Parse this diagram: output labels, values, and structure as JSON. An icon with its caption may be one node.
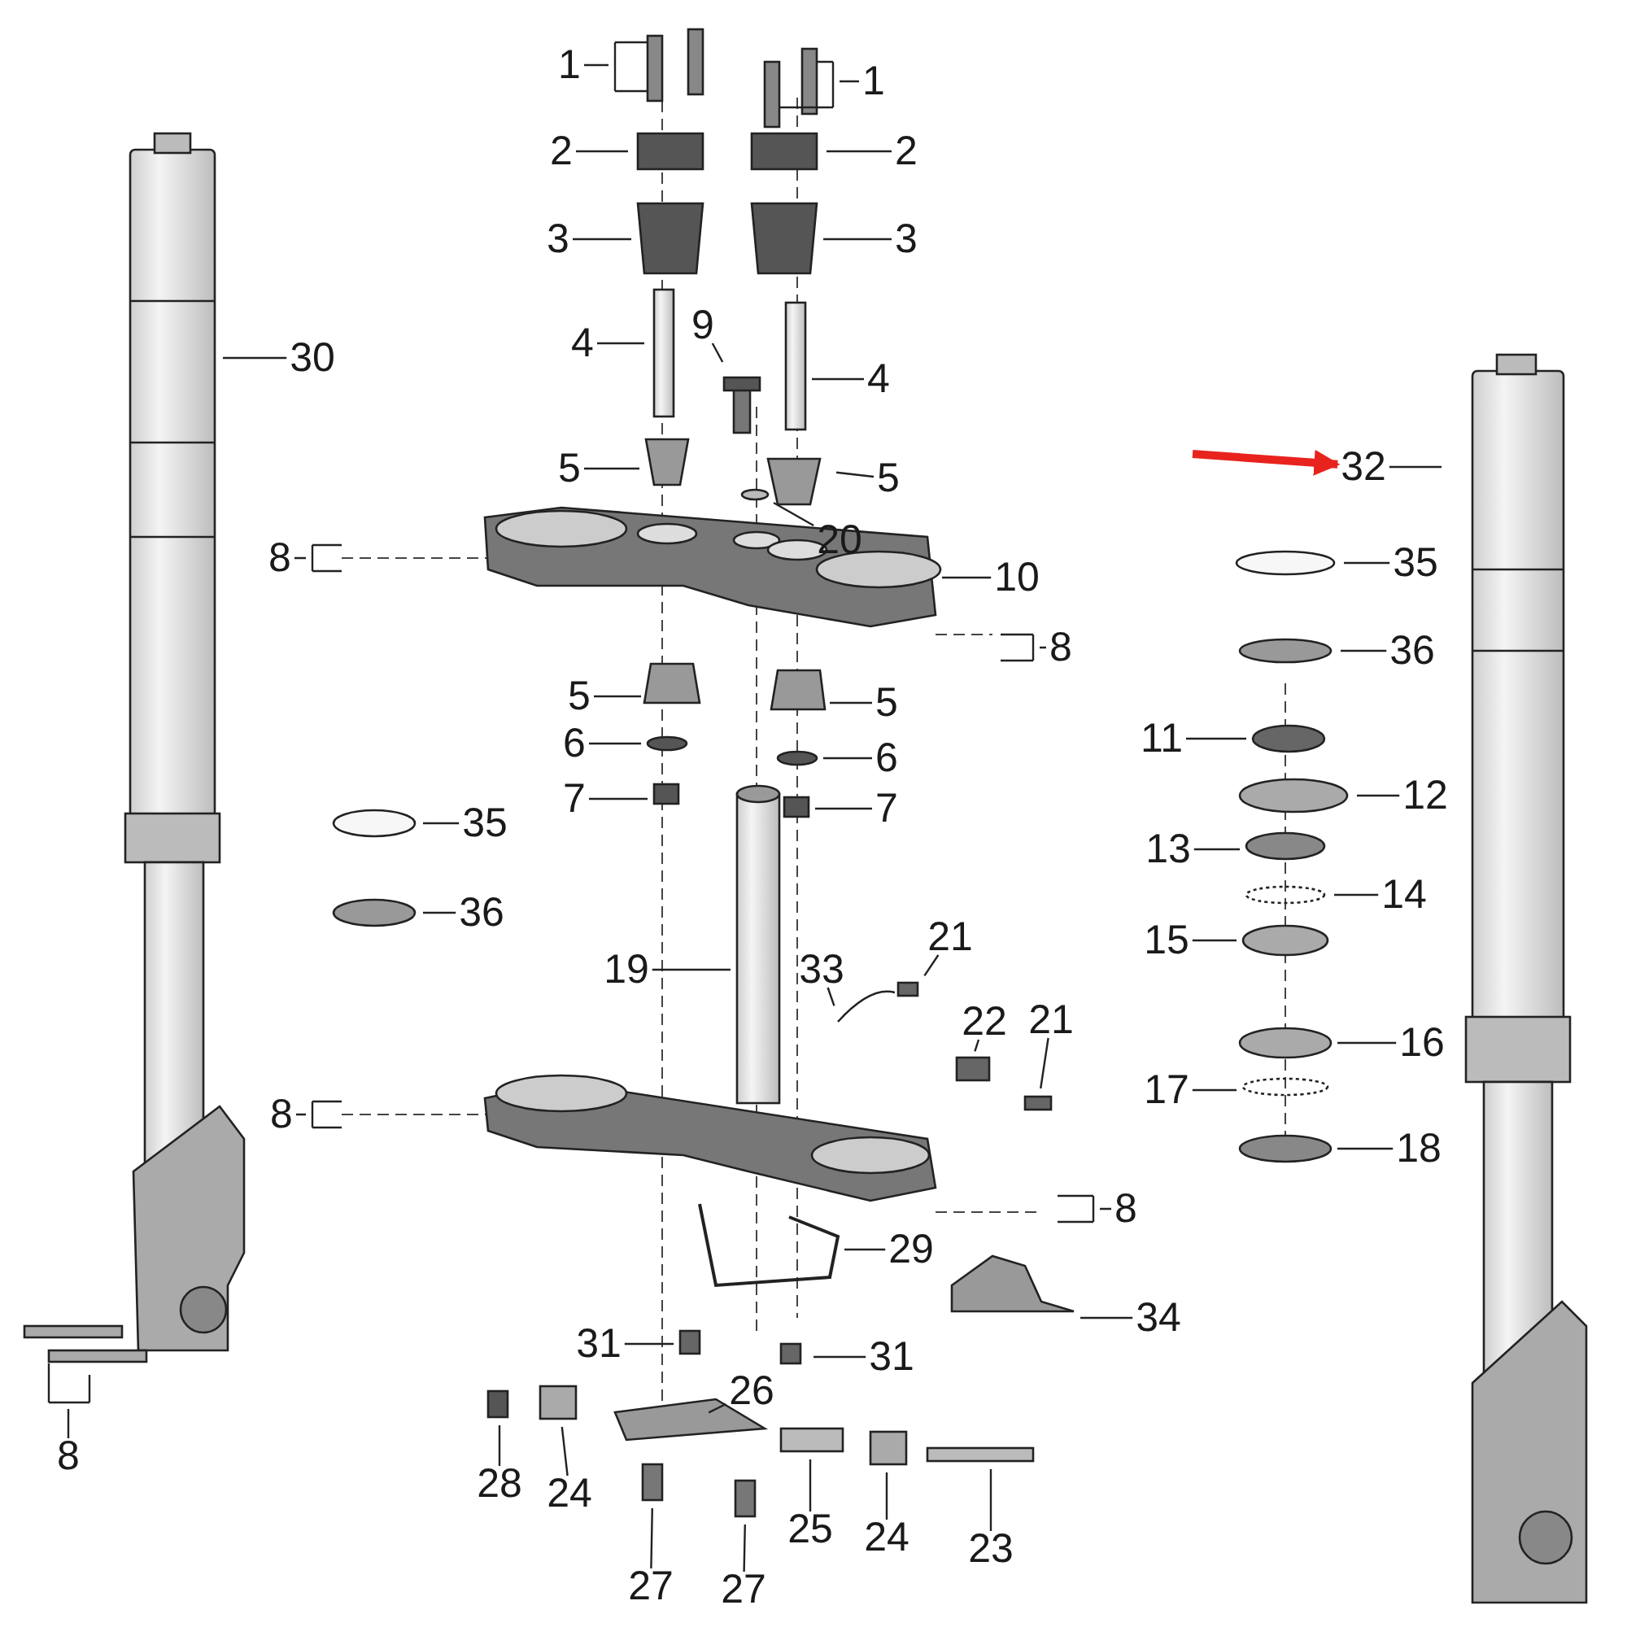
{
  "diagram": {
    "nodes": [
      {
        "text": [
          "1"
        ]
      },
      {
        "text": [
          "1"
        ]
      },
      {
        "text": [
          "2"
        ]
      },
      {
        "text": [
          "2"
        ]
      },
      {
        "text": [
          "3"
        ]
      },
      {
        "text": [
          "3"
        ]
      },
      {
        "text": [
          "4"
        ]
      },
      {
        "text": [
          "9"
        ]
      },
      {
        "text": [
          "4"
        ]
      },
      {
        "text": [
          "30"
        ]
      },
      {
        "text": [
          "32"
        ]
      },
      {
        "text": [
          "5"
        ]
      },
      {
        "text": [
          "5"
        ]
      },
      {
        "text": [
          "20"
        ]
      },
      {
        "text": [
          "35"
        ]
      },
      {
        "text": [
          "8"
        ]
      },
      {
        "text": [
          "10"
        ]
      },
      {
        "text": [
          "8"
        ]
      },
      {
        "text": [
          "36"
        ]
      },
      {
        "text": [
          "5"
        ]
      },
      {
        "text": [
          "5"
        ]
      },
      {
        "text": [
          "6"
        ]
      },
      {
        "text": [
          "6"
        ]
      },
      {
        "text": [
          "11"
        ]
      },
      {
        "text": [
          "12"
        ]
      },
      {
        "text": [
          "7"
        ]
      },
      {
        "text": [
          "7"
        ]
      },
      {
        "text": [
          "35"
        ]
      },
      {
        "text": [
          "13"
        ]
      },
      {
        "text": [
          "14"
        ]
      },
      {
        "text": [
          "36"
        ]
      },
      {
        "text": [
          "15"
        ]
      },
      {
        "text": [
          "21"
        ]
      },
      {
        "text": [
          "33"
        ]
      },
      {
        "text": [
          "19"
        ]
      },
      {
        "text": [
          "22"
        ]
      },
      {
        "text": [
          "21"
        ]
      },
      {
        "text": [
          "16"
        ]
      },
      {
        "text": [
          "17"
        ]
      },
      {
        "text": [
          "8"
        ]
      },
      {
        "text": [
          "18"
        ]
      },
      {
        "text": [
          "8"
        ]
      },
      {
        "text": [
          "29"
        ]
      },
      {
        "text": [
          "34"
        ]
      },
      {
        "text": [
          "31"
        ]
      },
      {
        "text": [
          "31"
        ]
      },
      {
        "text": [
          "26"
        ]
      },
      {
        "text": [
          "8"
        ]
      },
      {
        "text": [
          "28"
        ]
      },
      {
        "text": [
          "24"
        ]
      },
      {
        "text": [
          "24"
        ]
      },
      {
        "text": [
          "25"
        ]
      },
      {
        "text": [
          "23"
        ]
      },
      {
        "text": [
          "27"
        ]
      },
      {
        "text": [
          "27"
        ]
      }
    ],
    "edges": [
      {
        "from": 0,
        "to": null,
        "arrow": "none"
      },
      {
        "from": 1,
        "to": null,
        "arrow": "none"
      },
      {
        "from": 2,
        "to": null,
        "arrow": "none"
      },
      {
        "from": 3,
        "to": null,
        "arrow": "none"
      },
      {
        "from": 4,
        "to": null,
        "arrow": "none"
      },
      {
        "from": 5,
        "to": null,
        "arrow": "none"
      },
      {
        "from": 6,
        "to": null,
        "arrow": "none"
      },
      {
        "from": 7,
        "to": null,
        "arrow": "none"
      },
      {
        "from": 8,
        "to": null,
        "arrow": "none"
      },
      {
        "from": 9,
        "to": null,
        "arrow": "none"
      },
      {
        "from": 10,
        "to": null,
        "arrow": "none"
      },
      {
        "from": 11,
        "to": null,
        "arrow": "none"
      },
      {
        "from": 12,
        "to": null,
        "arrow": "none"
      },
      {
        "from": 13,
        "to": null,
        "arrow": "none"
      },
      {
        "from": 14,
        "to": null,
        "arrow": "none"
      },
      {
        "from": 15,
        "to": null,
        "arrow": "none"
      },
      {
        "from": 16,
        "to": null,
        "arrow": "none"
      },
      {
        "from": 17,
        "to": null,
        "arrow": "none"
      },
      {
        "from": 18,
        "to": null,
        "arrow": "none"
      },
      {
        "from": 19,
        "to": null,
        "arrow": "none"
      },
      {
        "from": 20,
        "to": null,
        "arrow": "none"
      },
      {
        "from": 21,
        "to": null,
        "arrow": "none"
      },
      {
        "from": 22,
        "to": null,
        "arrow": "none"
      },
      {
        "from": 23,
        "to": null,
        "arrow": "none"
      },
      {
        "from": 24,
        "to": null,
        "arrow": "none"
      },
      {
        "from": 25,
        "to": null,
        "arrow": "none"
      },
      {
        "from": 26,
        "to": null,
        "arrow": "none"
      },
      {
        "from": 27,
        "to": null,
        "arrow": "none"
      },
      {
        "from": 28,
        "to": null,
        "arrow": "none"
      },
      {
        "from": 29,
        "to": null,
        "arrow": "none"
      },
      {
        "from": 30,
        "to": null,
        "arrow": "none"
      },
      {
        "from": 31,
        "to": null,
        "arrow": "none"
      },
      {
        "from": 32,
        "to": null,
        "arrow": "none"
      },
      {
        "from": 33,
        "to": null,
        "arrow": "none"
      },
      {
        "from": 34,
        "to": null,
        "arrow": "none"
      },
      {
        "from": 35,
        "to": null,
        "arrow": "none"
      },
      {
        "from": 36,
        "to": null,
        "arrow": "none"
      },
      {
        "from": 37,
        "to": null,
        "arrow": "none"
      },
      {
        "from": 38,
        "to": null,
        "arrow": "none"
      },
      {
        "from": 39,
        "to": null,
        "arrow": "none"
      },
      {
        "from": 40,
        "to": null,
        "arrow": "none"
      },
      {
        "from": 41,
        "to": null,
        "arrow": "none"
      },
      {
        "from": 42,
        "to": null,
        "arrow": "none"
      },
      {
        "from": 43,
        "to": null,
        "arrow": "none"
      },
      {
        "from": 44,
        "to": null,
        "arrow": "none"
      },
      {
        "from": 45,
        "to": null,
        "arrow": "none"
      },
      {
        "from": 46,
        "to": null,
        "arrow": "none"
      },
      {
        "from": 47,
        "to": null,
        "arrow": "none"
      },
      {
        "from": 48,
        "to": null,
        "arrow": "none"
      },
      {
        "from": 49,
        "to": null,
        "arrow": "none"
      },
      {
        "from": 50,
        "to": null,
        "arrow": "none"
      },
      {
        "from": 51,
        "to": null,
        "arrow": "none"
      },
      {
        "from": 52,
        "to": null,
        "arrow": "none"
      },
      {
        "from": 53,
        "to": null,
        "arrow": "none"
      },
      {
        "from": 54,
        "to": null,
        "arrow": "none"
      },
      {
        "from": null,
        "to": 10,
        "arrow": "to",
        "style": "thick",
        "color": "#e8231e"
      }
    ]
  }
}
